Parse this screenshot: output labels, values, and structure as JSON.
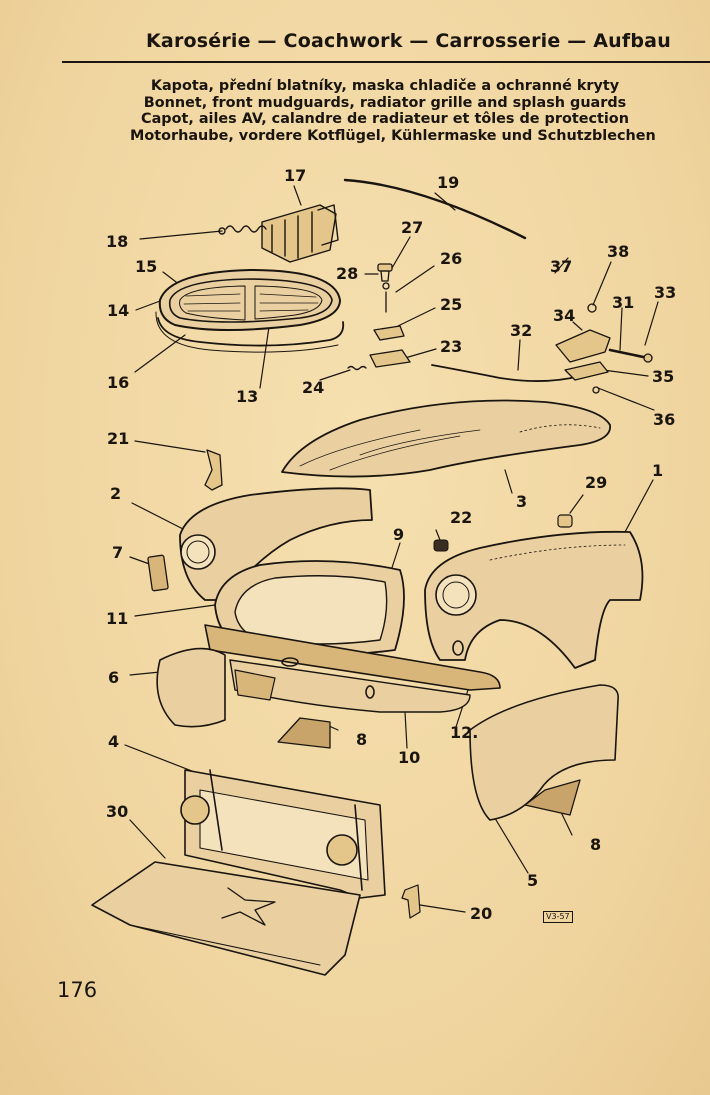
{
  "header": "Karosérie — Coachwork — Carrosserie — Aufbau",
  "titles": [
    "Kapota, přední blatníky, maska chladiče a ochranné kryty",
    "Bonnet, front mudguards, radiator grille and splash guards",
    "Capot, ailes AV, calandre de radiateur et tôles de protection",
    "Motorhaube, vordere Kotflügel, Kühlermaske und Schutzblechen"
  ],
  "page_number": "176",
  "drawing_mark": "V3-57",
  "part_labels": {
    "p1": "1",
    "p2": "2",
    "p3": "3",
    "p4": "4",
    "p5": "5",
    "p6": "6",
    "p7": "7",
    "p8a": "8",
    "p8b": "8",
    "p9": "9",
    "p10": "10",
    "p11": "11",
    "p12": "12.",
    "p13": "13",
    "p14": "14",
    "p15": "15",
    "p16": "16",
    "p17": "17",
    "p18": "18",
    "p19": "19",
    "p20": "20",
    "p21": "21",
    "p22": "22",
    "p23": "23",
    "p24": "24",
    "p25": "25",
    "p26": "26",
    "p27": "27",
    "p28": "28",
    "p29": "29",
    "p30": "30",
    "p31": "31",
    "p32": "32",
    "p33": "33",
    "p34": "34",
    "p35": "35",
    "p36": "36",
    "p37": "37",
    "p38": "38"
  }
}
